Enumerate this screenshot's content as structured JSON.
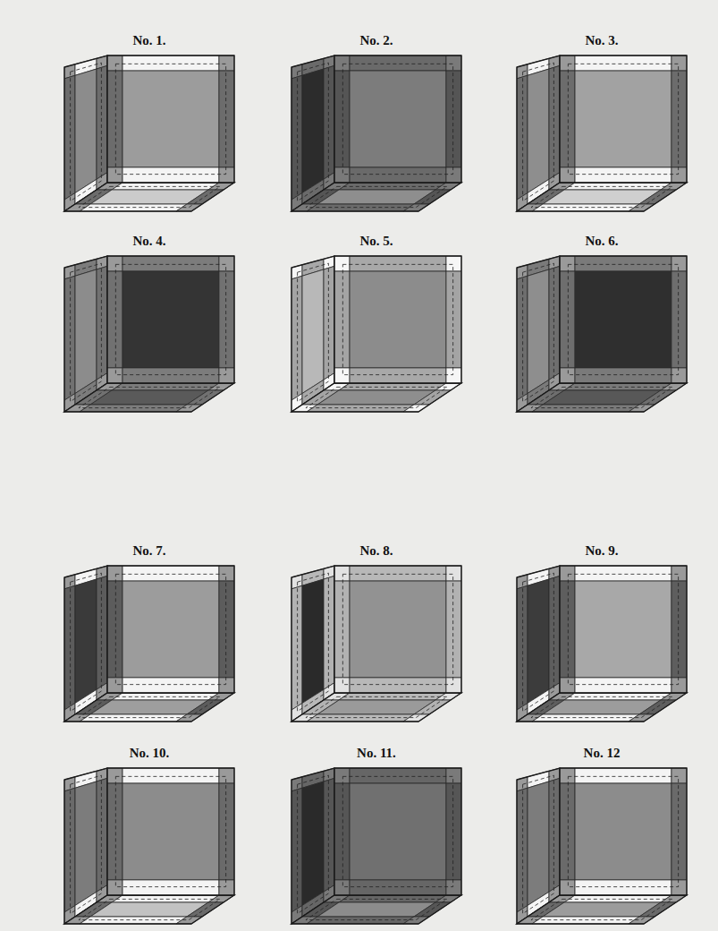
{
  "diagram": {
    "labels": [
      "No. 1.",
      "No. 2.",
      "No. 3.",
      "No. 4.",
      "No. 5.",
      "No. 6.",
      "No. 7.",
      "No. 8.",
      "No. 9.",
      "No. 10.",
      "No. 11.",
      "No. 12"
    ]
  }
}
